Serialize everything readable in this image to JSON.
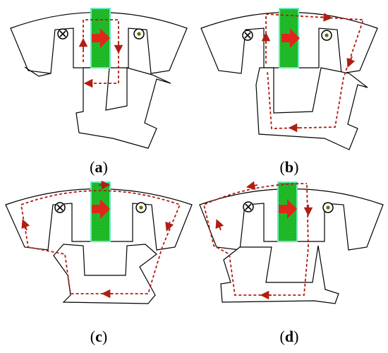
{
  "colors": {
    "outline": "#000000",
    "magnet": "#22c42a",
    "magnet_edge": "#6fe8c0",
    "flux_path": "#b01e12",
    "arrow": "#e0261a",
    "background": "#ffffff"
  },
  "icons": {
    "coil_in": "cross-in-circle-icon",
    "coil_out": "dot-in-circle-icon",
    "magnetization": "red-arrow-icon"
  },
  "panels": [
    {
      "id": "a",
      "caption": "a"
    },
    {
      "id": "b",
      "caption": "b"
    },
    {
      "id": "c",
      "caption": "c"
    },
    {
      "id": "d",
      "caption": "d"
    }
  ]
}
